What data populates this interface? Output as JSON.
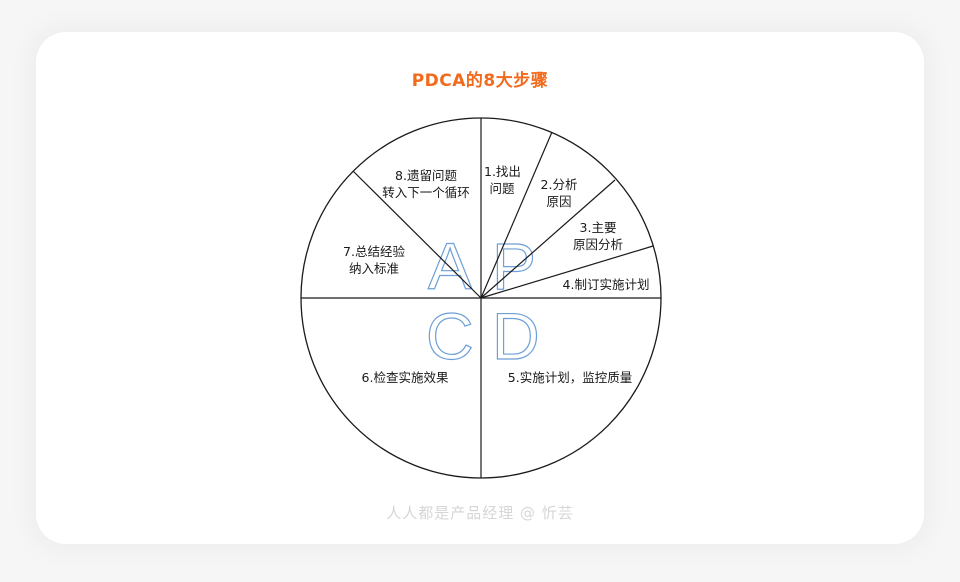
{
  "title": "PDCA的8大步骤",
  "colors": {
    "title": "#f26a1b",
    "outline_letters": "#6e9fd8",
    "lines": "#1a1a1a",
    "watermark": "#d6d6d6"
  },
  "quadrant_letters": {
    "top_left": "A",
    "top_right": "P",
    "bottom_left": "C",
    "bottom_right": "D"
  },
  "steps": [
    {
      "line1": "1.找出",
      "line2": "问题"
    },
    {
      "line1": "2.分析",
      "line2": "原因"
    },
    {
      "line1": "3.主要",
      "line2": "原因分析"
    },
    {
      "line1": "4.制订实施计划",
      "line2": ""
    },
    {
      "line1": "5.实施计划，监控质量",
      "line2": ""
    },
    {
      "line1": "6.检查实施效果",
      "line2": ""
    },
    {
      "line1": "7.总结经验",
      "line2": "纳入标准"
    },
    {
      "line1": "8.遗留问题",
      "line2": "转入下一个循环"
    }
  ],
  "watermark": "人人都是产品经理 @ 忻芸",
  "chart_data": {
    "type": "pie",
    "title": "PDCA的8大步骤",
    "categories": [
      "1.找出问题",
      "2.分析原因",
      "3.主要原因分析",
      "4.制订实施计划",
      "5.实施计划，监控质量",
      "6.检查实施效果",
      "7.总结经验纳入标准",
      "8.遗留问题转入下一个循环"
    ],
    "values": [
      23,
      23,
      23,
      21,
      90,
      90,
      53,
      37
    ],
    "unit": "degrees (approximate sector angle)",
    "groups": {
      "P": [
        1,
        2,
        3,
        4
      ],
      "D": [
        5
      ],
      "C": [
        6
      ],
      "A": [
        7,
        8
      ]
    }
  }
}
